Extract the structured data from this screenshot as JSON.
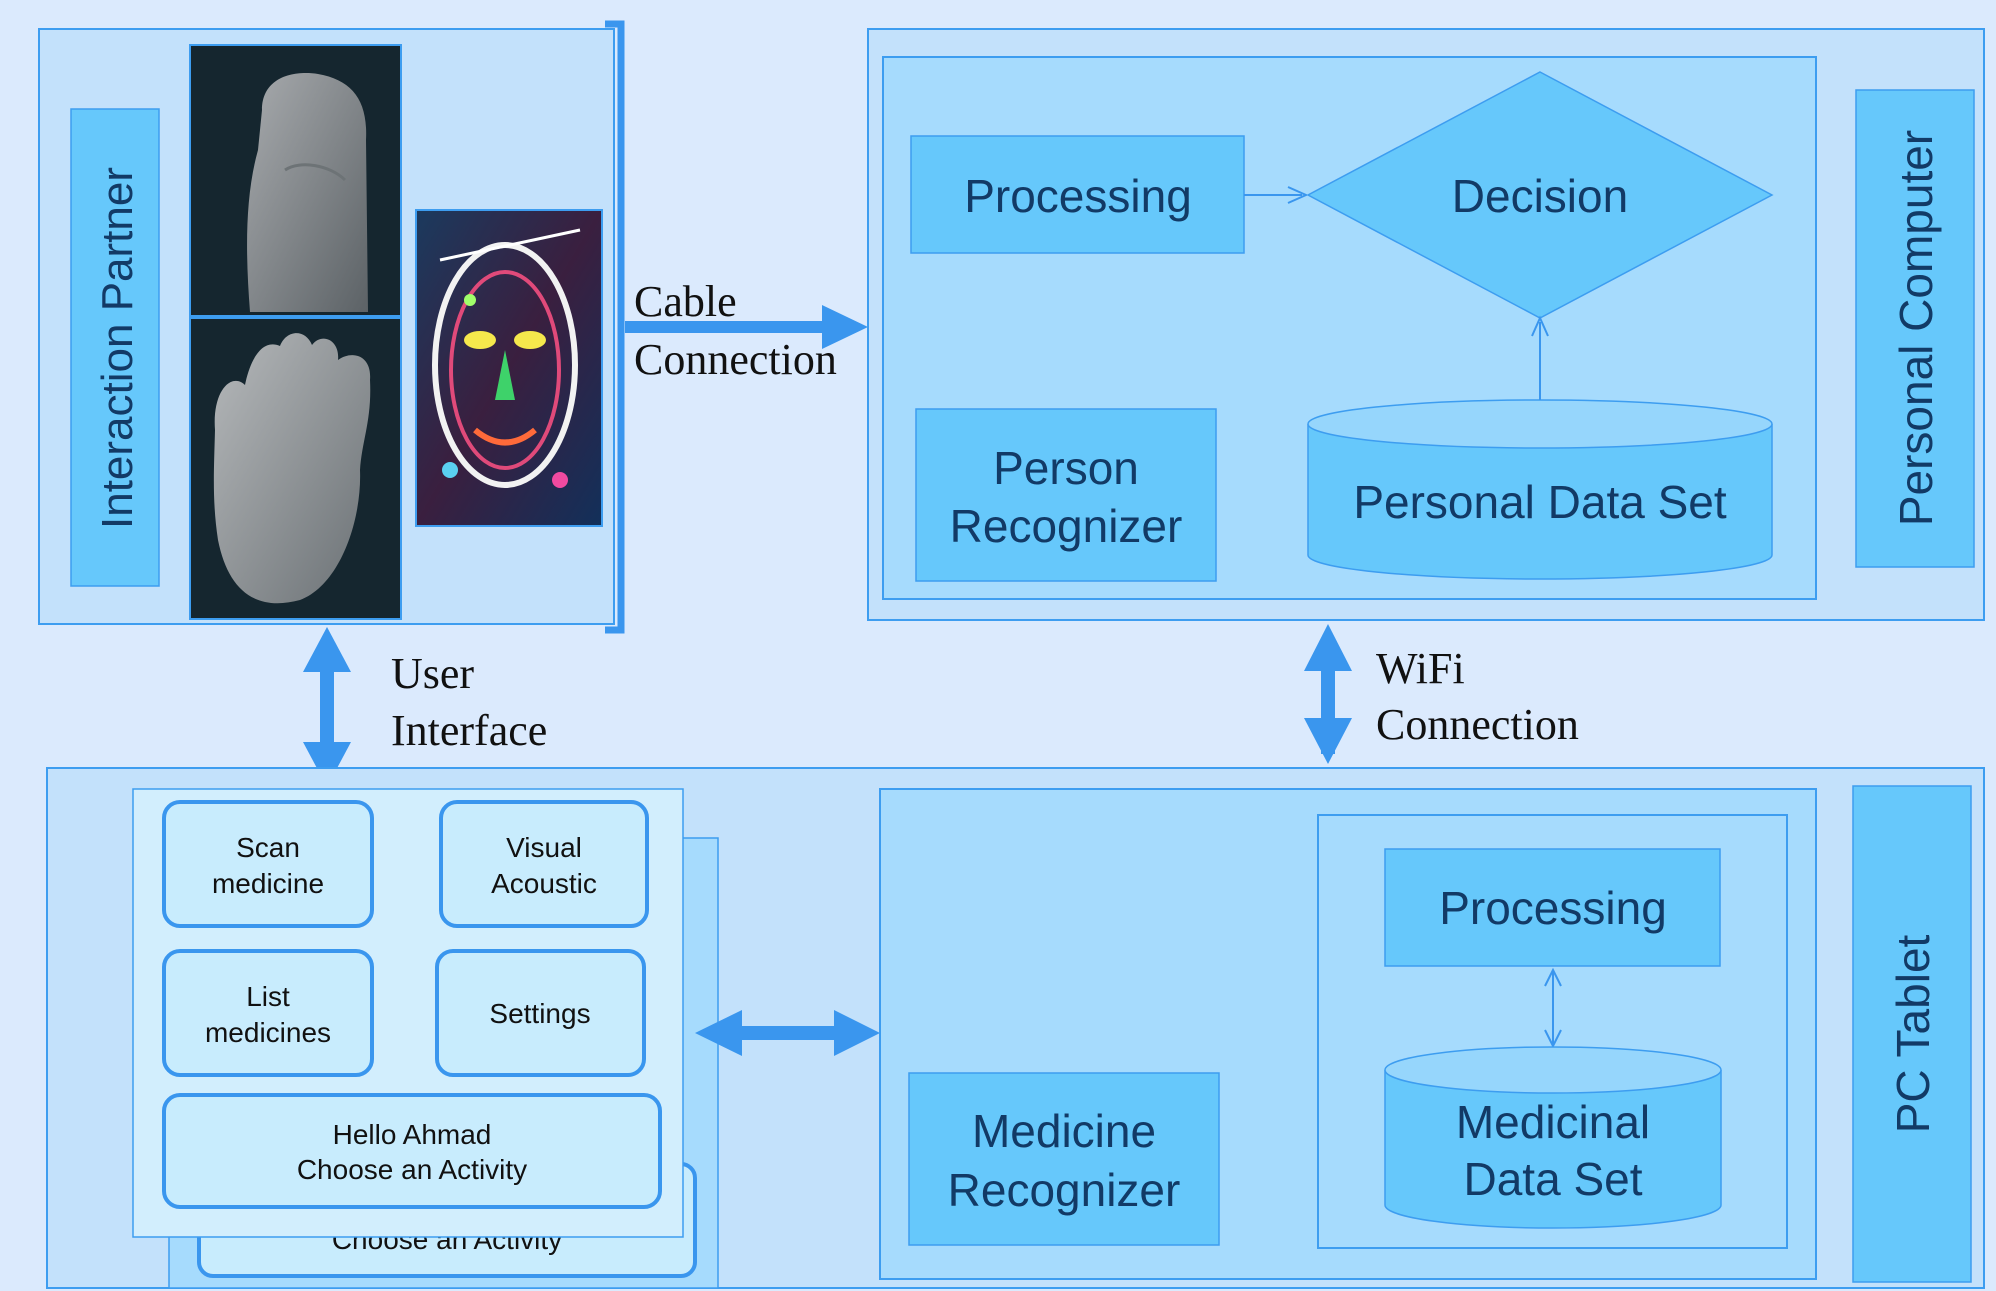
{
  "interaction_panel": {
    "label": "Interaction Partner"
  },
  "connections": {
    "cable": [
      "Cable",
      "Connection"
    ],
    "user_interface": [
      "User",
      "Interface"
    ],
    "wifi": [
      "WiFi",
      "Connection"
    ]
  },
  "pc_panel": {
    "label": "Personal Computer",
    "processing": "Processing",
    "decision": "Decision",
    "person_recognizer": [
      "Person",
      "Recognizer"
    ],
    "personal_data_set": "Personal Data Set"
  },
  "tablet_panel": {
    "label": "PC Tablet",
    "medicine_recognizer": [
      "Medicine",
      "Recognizer"
    ],
    "processing": "Processing",
    "medicinal_data_set": [
      "Medicinal",
      "Data Set"
    ]
  },
  "app_ui": {
    "scan": [
      "Scan",
      "medicine"
    ],
    "visual": [
      "Visual",
      "Acoustic"
    ],
    "list": [
      "List",
      "medicines"
    ],
    "settings": "Settings",
    "greeting": [
      "Hello Ahmad",
      "Choose an Activity"
    ],
    "back_card_text": "Choose an Activity"
  },
  "colors": {
    "background": "#dbeafd",
    "panel": "#c3e1fb",
    "inner_panel": "#a6dbfd",
    "box": "#66c8fb",
    "stroke": "#3d9df0",
    "arrow": "#3a96ee"
  }
}
